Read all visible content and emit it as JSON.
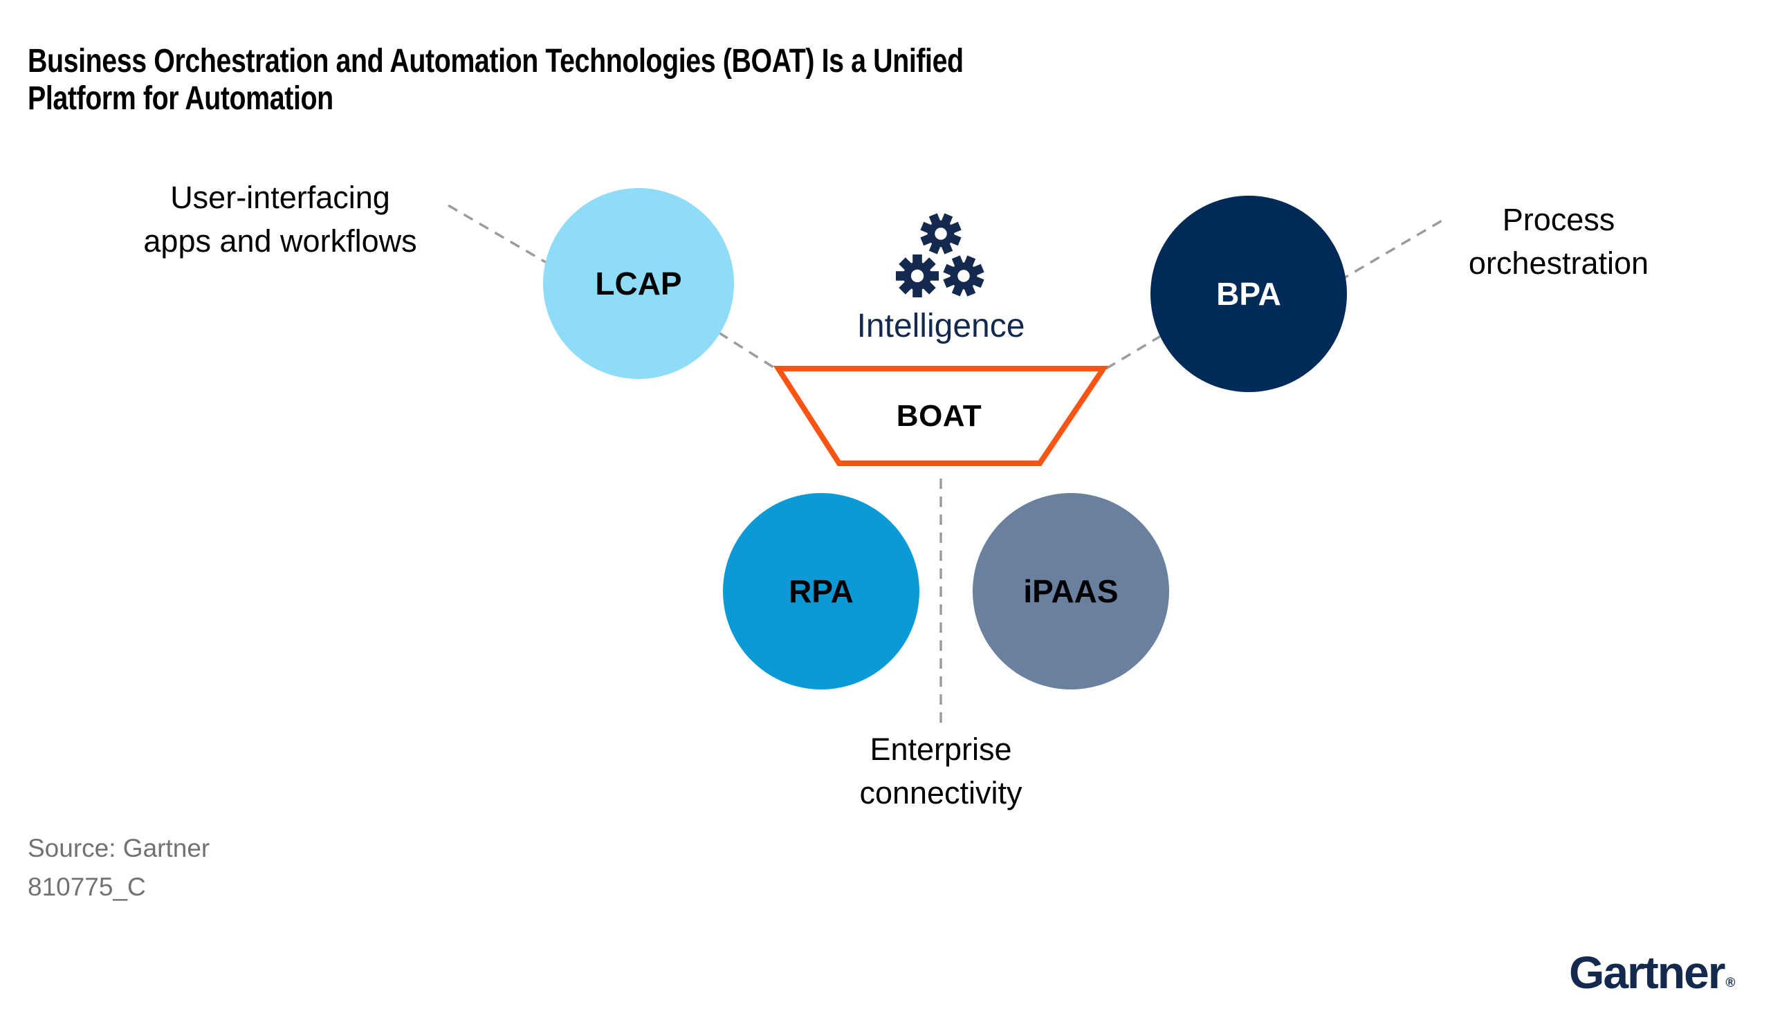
{
  "title": {
    "line1": "Business Orchestration and Automation Technologies (BOAT) Is a Unified",
    "line2": "Platform for Automation"
  },
  "diagram": {
    "intelligence_label": "Intelligence",
    "boat": {
      "label": "BOAT"
    },
    "circles": {
      "lcap": {
        "label": "LCAP"
      },
      "bpa": {
        "label": "BPA"
      },
      "rpa": {
        "label": "RPA"
      },
      "ipaas": {
        "label": "iPAAS"
      }
    },
    "annotations": {
      "user_interfacing": {
        "line1": "User-interfacing",
        "line2": "apps and workflows"
      },
      "process_orchestration": {
        "line1": "Process",
        "line2": "orchestration"
      },
      "enterprise_connectivity": {
        "line1": "Enterprise",
        "line2": "connectivity"
      }
    },
    "icons": {
      "gears": "gears-icon"
    }
  },
  "palette": {
    "lcap_fill": "#8FDCF9",
    "bpa_fill": "#002A57",
    "rpa_fill": "#0A9BD7",
    "ipaas_fill": "#69809F",
    "boat_border_orange": "#FA5414",
    "navy_text": "#13294E",
    "connector_gray": "#9A9D9C",
    "source_gray": "#6F7372",
    "title_black": "#000000"
  },
  "footer": {
    "source": "Source: Gartner",
    "document_id": "810775_C",
    "logo_text": "Gartner",
    "registered_mark": "®"
  }
}
